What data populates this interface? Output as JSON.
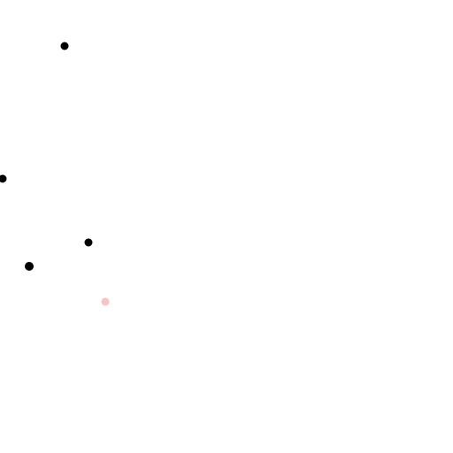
{
  "background_color": "#ffffff",
  "dots": [
    {
      "id": "dot-1",
      "color": "#000000"
    },
    {
      "id": "dot-2",
      "color": "#000000"
    },
    {
      "id": "dot-3",
      "color": "#000000"
    },
    {
      "id": "dot-4",
      "color": "#000000"
    },
    {
      "id": "dot-5",
      "color": "#f9c4c4"
    }
  ]
}
